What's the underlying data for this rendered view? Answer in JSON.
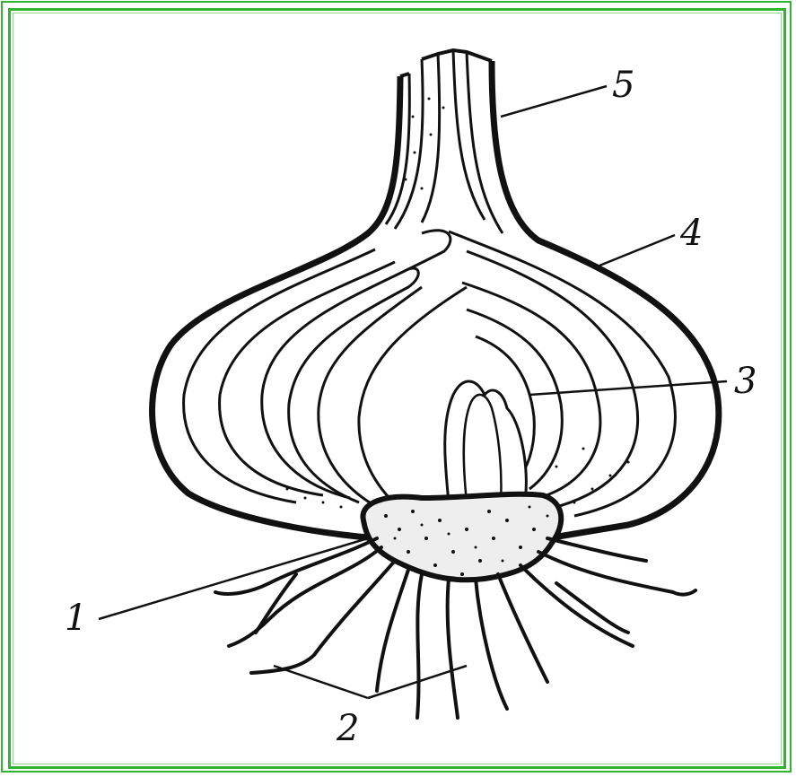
{
  "colors": {
    "frame": "#2fb52f",
    "ink": "#111111",
    "background": "#ffffff"
  },
  "labels": {
    "l1": "1",
    "l2": "2",
    "l3": "3",
    "l4": "4",
    "l5": "5"
  }
}
